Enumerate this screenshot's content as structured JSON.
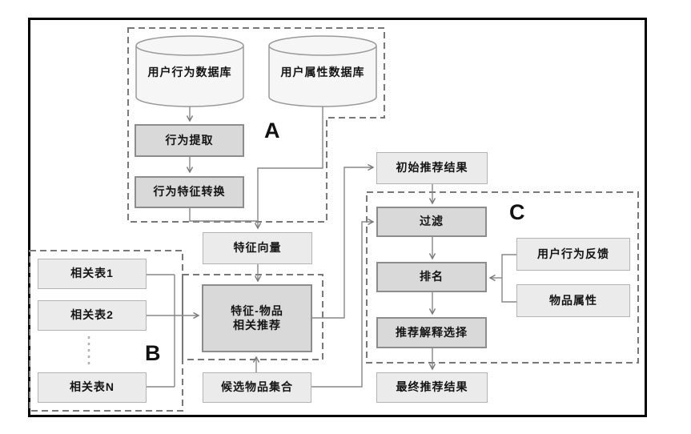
{
  "sections": {
    "a_label": "A",
    "b_label": "B",
    "c_label": "C"
  },
  "nodes": {
    "db_user_behavior": "用户行为数据库",
    "db_user_attribute": "用户属性数据库",
    "behavior_extraction": "行为提取",
    "behavior_feature_conversion": "行为特征转换",
    "feature_vector": "特征向量",
    "feature_item_rec": {
      "line1": "特征-物品",
      "line2": "相关推荐"
    },
    "related_table_1": "相关表1",
    "related_table_2": "相关表2",
    "related_table_n": "相关表N",
    "candidate_item_set": "候选物品集合",
    "initial_rec_results": "初始推荐结果",
    "filter": "过滤",
    "ranking": "排名",
    "rec_explanation_selection": "推荐解释选择",
    "final_rec_results": "最终推荐结果",
    "user_behavior_feedback": "用户行为反馈",
    "item_attributes": "物品属性"
  },
  "colors": {
    "process_fill": "#d9d9d9",
    "process_border": "#8c8c8c",
    "data_fill": "#ebebeb",
    "connector": "#878787",
    "dashed_border": "#787878"
  }
}
